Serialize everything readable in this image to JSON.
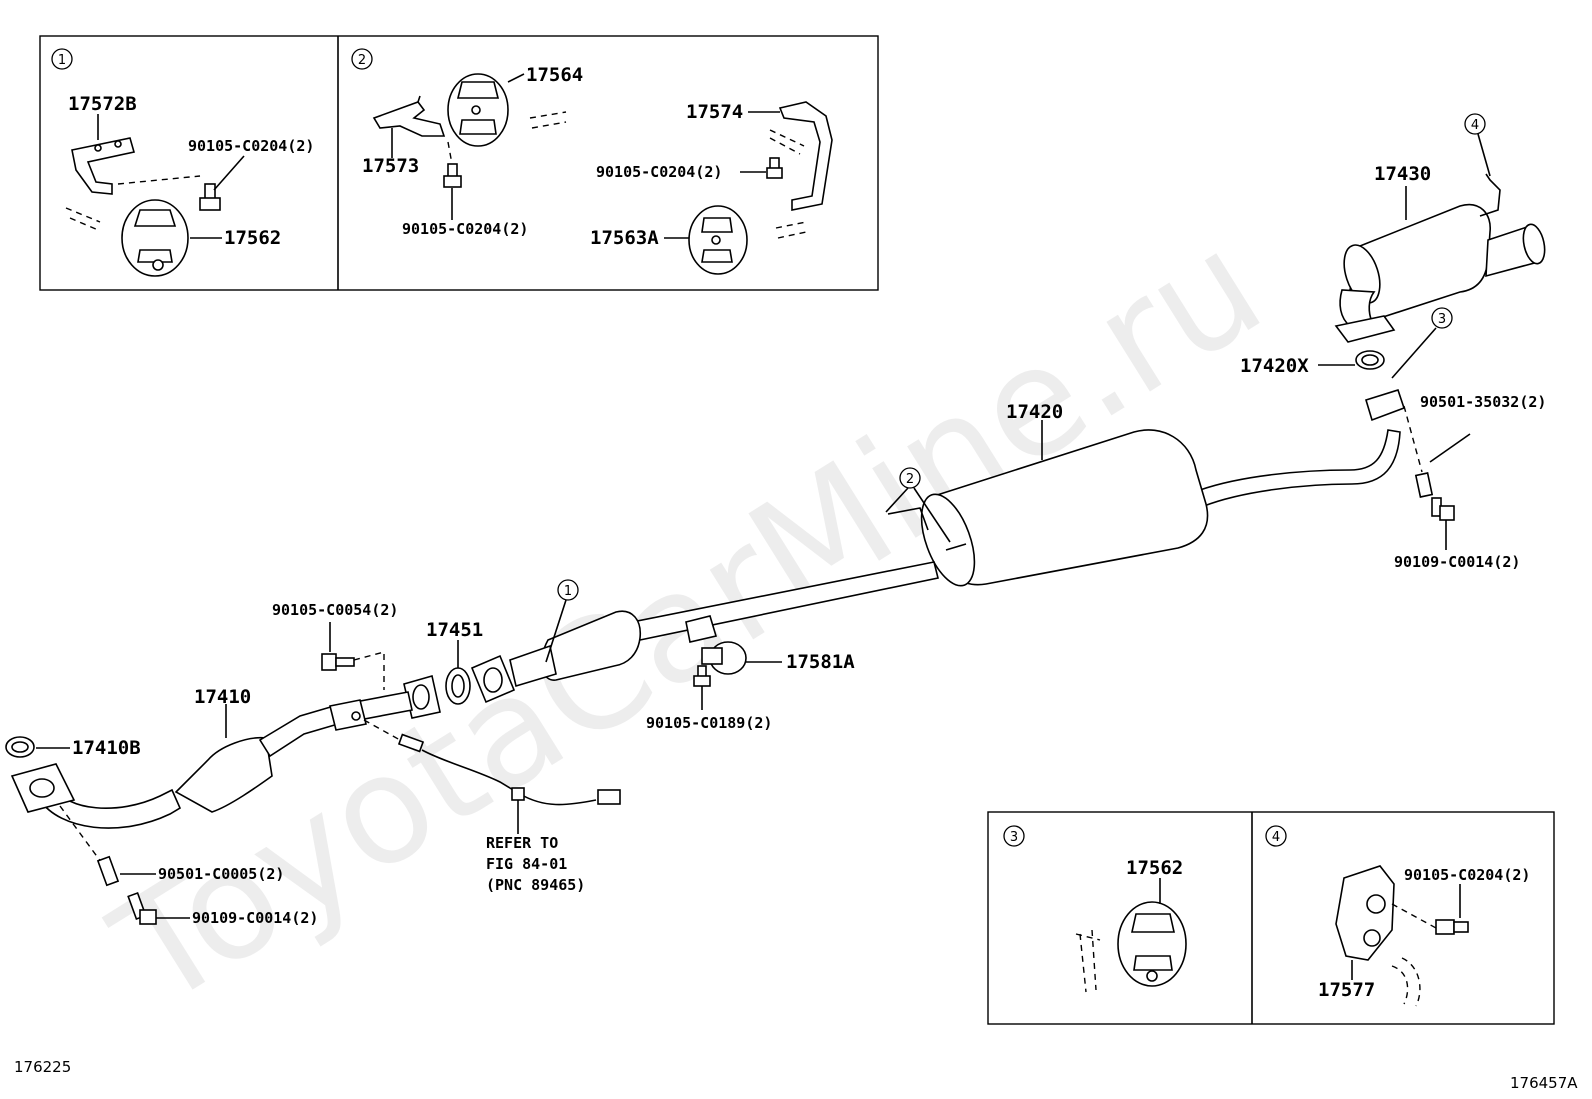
{
  "watermark": "ToyotaCarMine.ru",
  "insets": {
    "top_left": {
      "ref1": "1",
      "ref2": "2"
    },
    "bottom_right": {
      "ref3": "3",
      "ref4": "4"
    }
  },
  "parts": {
    "p17572B": "17572B",
    "p90105_C0204_a": "90105-C0204(2)",
    "p17562_a": "17562",
    "p17564": "17564",
    "p17573": "17573",
    "p90105_C0204_b": "90105-C0204(2)",
    "p17574": "17574",
    "p90105_C0204_c": "90105-C0204(2)",
    "p17563A": "17563A",
    "p17430": "17430",
    "p17420X": "17420X",
    "p90501_35032": "90501-35032(2)",
    "p17420": "17420",
    "p90109_C0014_a": "90109-C0014(2)",
    "p90105_C0054": "90105-C0054(2)",
    "p17451": "17451",
    "p17581A": "17581A",
    "p90105_C0189": "90105-C0189(2)",
    "p17410": "17410",
    "p17410B": "17410B",
    "p90501_C0005": "90501-C0005(2)",
    "p90109_C0014_b": "90109-C0014(2)",
    "p17562_b": "17562",
    "p90105_C0204_d": "90105-C0204(2)",
    "p17577": "17577"
  },
  "refer": {
    "line1": "REFER TO",
    "line2": "FIG 84-01",
    "line3": "(PNC 89465)"
  },
  "callouts": {
    "c1": "1",
    "c2": "2",
    "c3": "3",
    "c4": "4"
  },
  "footer": {
    "left_code": "176225",
    "right_code": "176457A"
  }
}
